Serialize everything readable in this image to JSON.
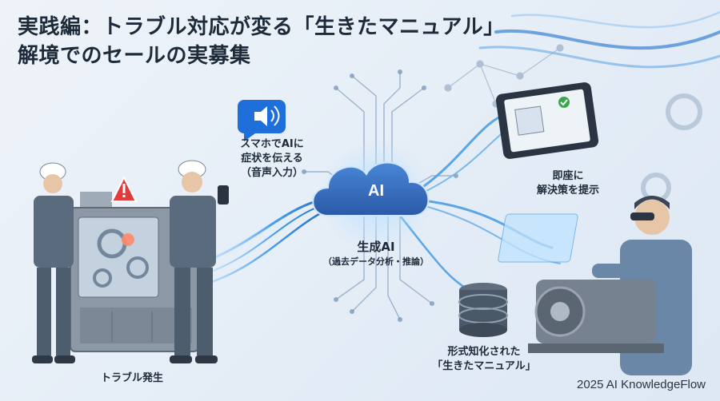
{
  "title": {
    "line1": "実践編：トラブル対応が変る「生きたマニュアル」",
    "line2": "解境でのセールの実募集"
  },
  "labels": {
    "voice": [
      "スマホでAIに",
      "症状を伝える",
      "（音声入力）"
    ],
    "trouble": "トラブル発生",
    "ai_main": "生成AI",
    "ai_sub": "（過去データ分析・推論）",
    "solution": [
      "即座に",
      "解決策を提示"
    ],
    "manual": [
      "形式知化された",
      "「生きたマニュアル」"
    ],
    "ai_badge": "AI"
  },
  "footer": "2025 AI KnowledgeFlow",
  "colors": {
    "flow": "#5aa6e6",
    "warning": "#e23b3b",
    "check": "#3aa84a",
    "uniform": "#5a6b7d"
  }
}
